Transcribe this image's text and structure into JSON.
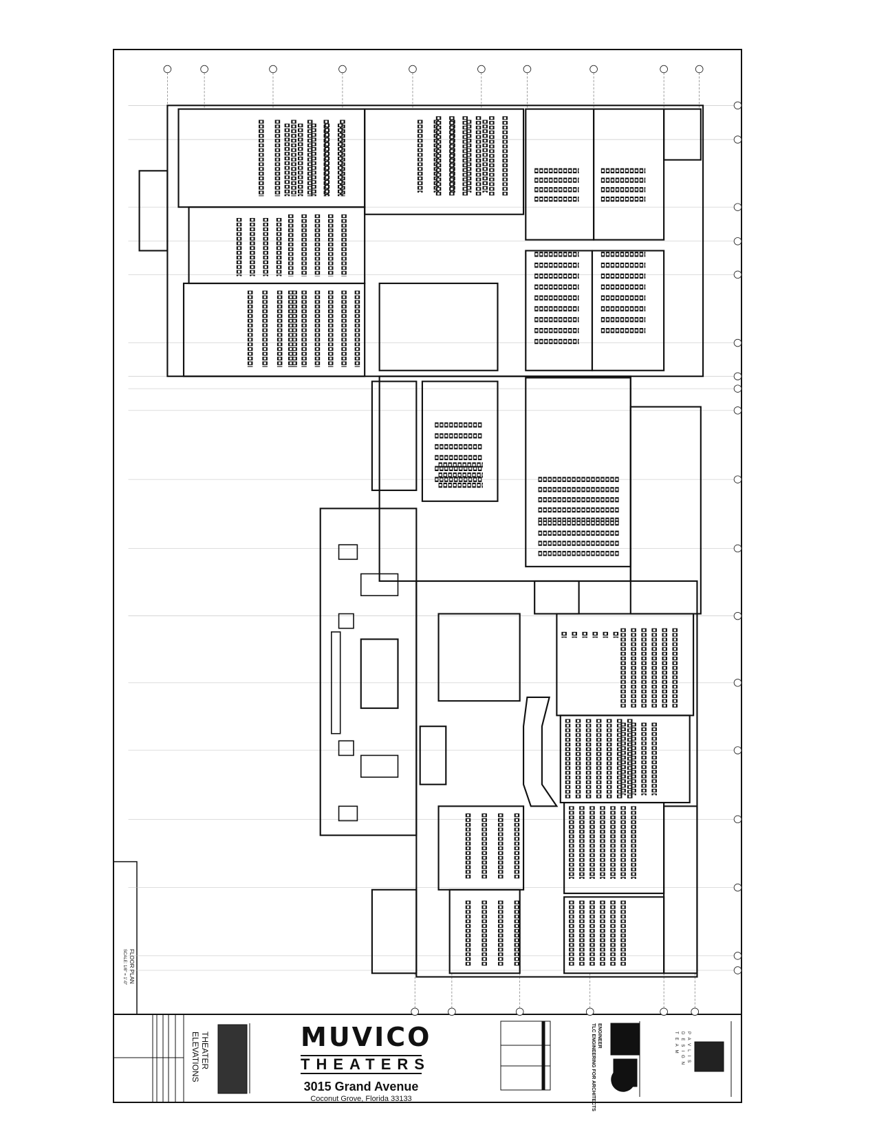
{
  "floor_plan_label": {
    "title": "FLOOR PLAN",
    "scale": "SCALE: 1/8\" = 1'-0\""
  },
  "title_block": {
    "sheet_title": "THEATER ELEVATIONS",
    "brand": {
      "name": "MUVICO",
      "sub": "THEATERS"
    },
    "address": "3015 Grand Avenue",
    "city": "Coconut Grove, Florida 33133",
    "engineer_heading": "ENGINEER",
    "engineer_name": "TLC ENGINEERING FOR ARCHITECTS",
    "designer": "PAVLIS DESIGN TEAM"
  }
}
